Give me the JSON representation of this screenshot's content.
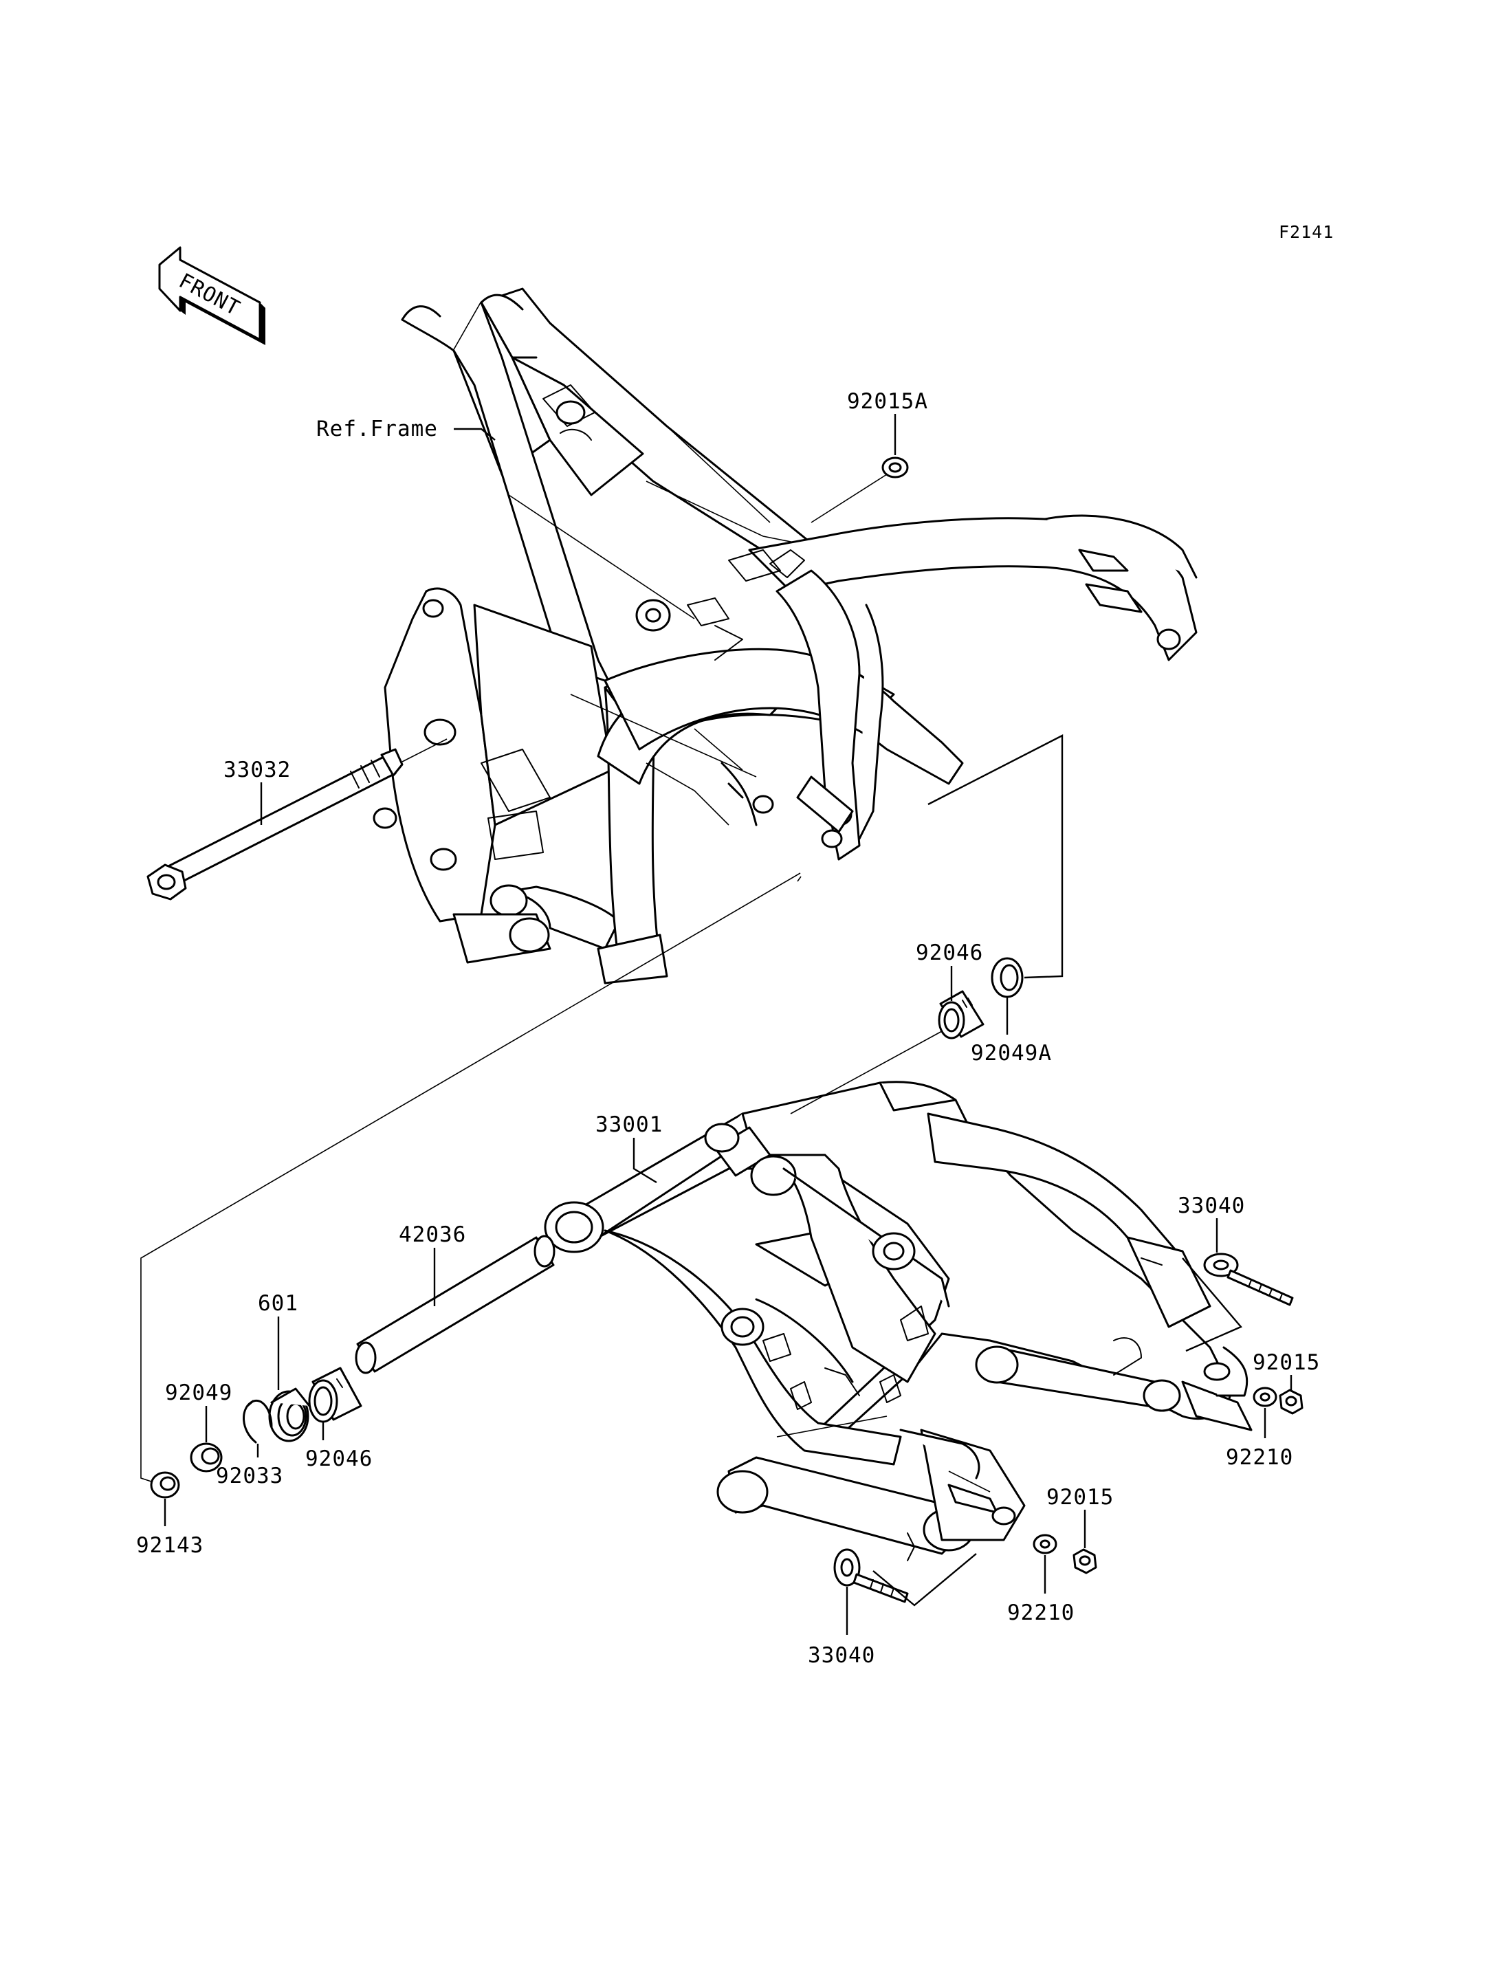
{
  "figure_code": "F2141",
  "front_label": "FRONT",
  "labels": {
    "ref_frame": "Ref.Frame",
    "p92015a": "92015A",
    "p33032": "33032",
    "p92046_top": "92046",
    "p92049a": "92049A",
    "p33001": "33001",
    "p33040_right": "33040",
    "p92015_right": "92015",
    "p92210_right": "92210",
    "p42036": "42036",
    "p601": "601",
    "p92049": "92049",
    "p92046_left": "92046",
    "p92033": "92033",
    "p92143": "92143",
    "p92015_bottom": "92015",
    "p92210_bottom": "92210",
    "p33040_bottom": "33040"
  }
}
